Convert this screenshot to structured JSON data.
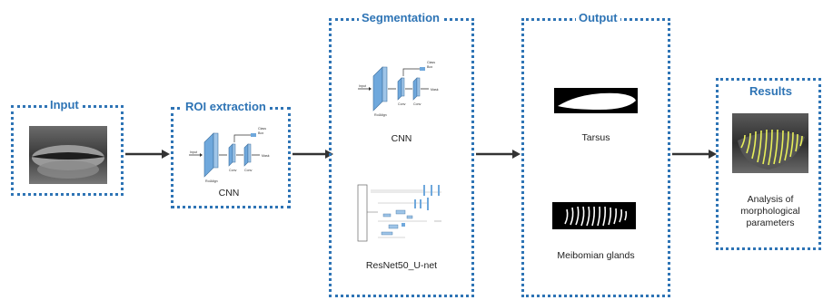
{
  "stages": {
    "input": {
      "title": "Input"
    },
    "roi": {
      "title": "ROI extraction",
      "model_label": "CNN"
    },
    "segmentation": {
      "title": "Segmentation",
      "model1_label": "CNN",
      "model2_label": "ResNet50_U-net"
    },
    "output": {
      "title": "Output",
      "item1_label": "Tarsus",
      "item2_label": "Meibomian glands"
    },
    "results": {
      "title": "Results",
      "label_line1": "Analysis of",
      "label_line2": "morphological",
      "label_line3": "parameters"
    }
  },
  "cnn_diagram": {
    "input": "Input",
    "roialign": "RoIAlign",
    "conv1": "Conv",
    "conv2": "Conv",
    "class_box_1": "Class",
    "class_box_2": "Box",
    "mask": "Mask"
  },
  "colors": {
    "accent": "#2e74b5",
    "block": "#6fa8dc",
    "arrow": "#333333"
  }
}
